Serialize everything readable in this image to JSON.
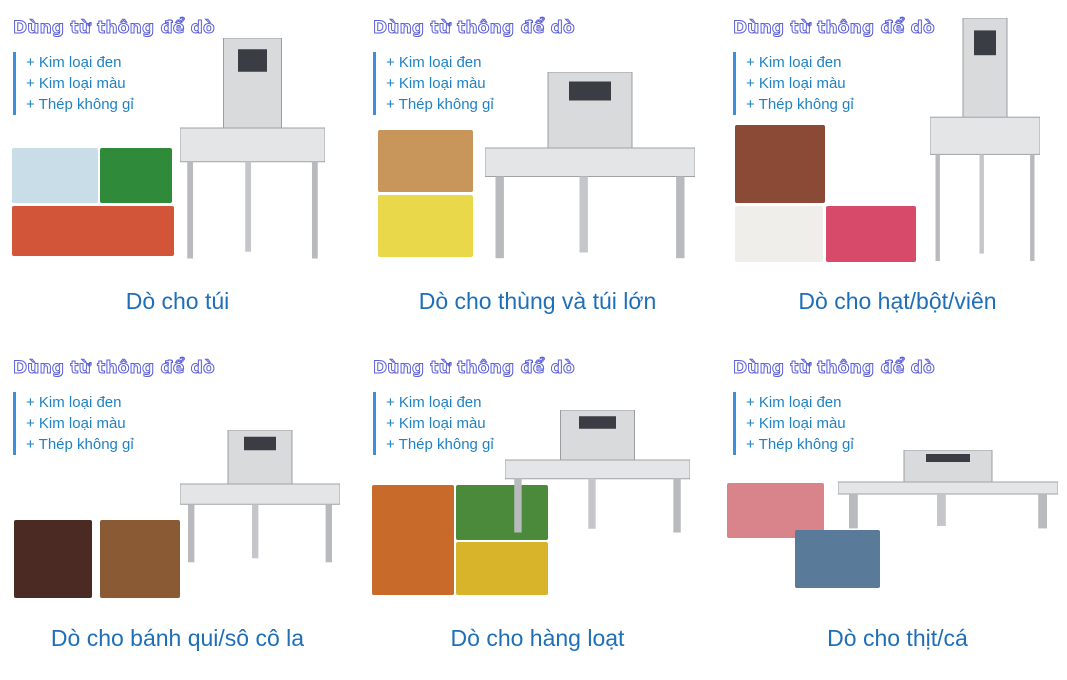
{
  "panels": [
    {
      "header": "Dùng từ thông để dò",
      "items": [
        "+ Kim loại đen",
        "+ Kim loại màu",
        "+ Thép không gỉ"
      ],
      "caption": "Dò cho túi"
    },
    {
      "header": "Dùng từ thông để dò",
      "items": [
        "+ Kim loại đen",
        "+ Kim loại màu",
        "+ Thép không gỉ"
      ],
      "caption": "Dò cho thùng và túi lớn"
    },
    {
      "header": "Dùng từ thông để dò",
      "items": [
        "+ Kim loại đen",
        "+ Kim loại màu",
        "+ Thép không gỉ"
      ],
      "caption": "Dò cho hạt/bột/viên"
    },
    {
      "header": "Dùng từ thông để dò",
      "items": [
        "+ Kim loại đen",
        "+ Kim loại màu",
        "+ Thép không gỉ"
      ],
      "caption": "Dò cho bánh qui/sô cô la"
    },
    {
      "header": "Dùng từ thông để dò",
      "items": [
        "+ Kim loại đen",
        "+ Kim loại màu",
        "+ Thép không gỉ"
      ],
      "caption": "Dò cho hàng loạt"
    },
    {
      "header": "Dùng từ thông để dò",
      "items": [
        "+ Kim loại đen",
        "+ Kim loại màu",
        "+ Thép không gỉ"
      ],
      "caption": "Dò cho thịt/cá"
    }
  ],
  "colors": {
    "header_stroke": "#5a5fd8",
    "list_text": "#1f82c4",
    "list_bar": "#3b8fdc",
    "caption": "#1f6fb8"
  }
}
